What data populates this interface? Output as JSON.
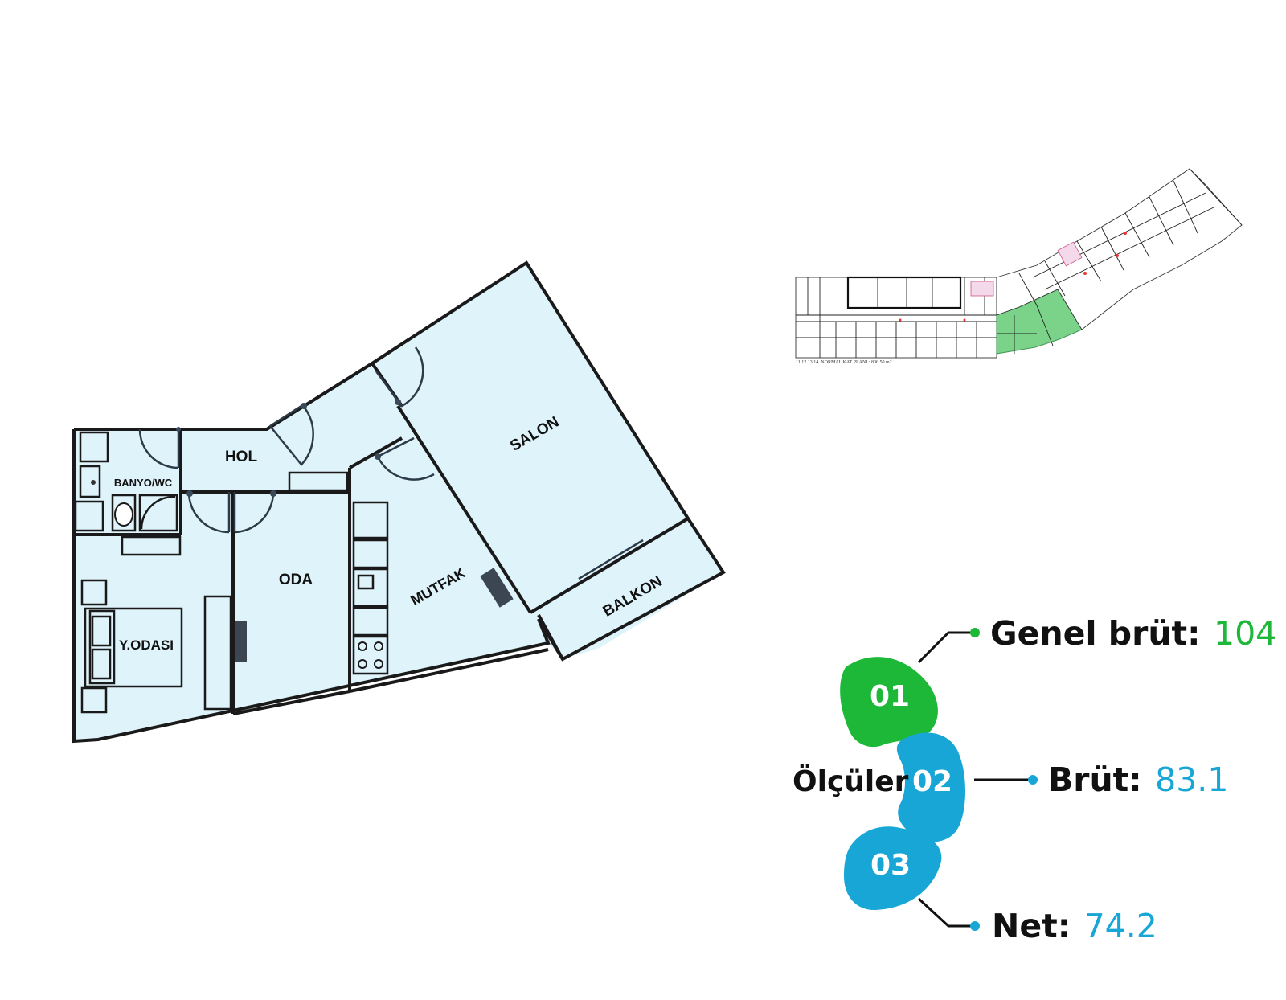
{
  "plan": {
    "rooms": {
      "hol": "HOL",
      "banyo": "BANYO/WC",
      "salon": "SALON",
      "oda": "ODA",
      "mutfak": "MUTFAK",
      "yodasi": "Y.ODASI",
      "balkon": "BALKON"
    },
    "room_fill": "#dff3fb",
    "wall_color": "#1a1a1a"
  },
  "site_plan": {
    "caption": "11.12.13.14. NORMAL KAT PLANI : 806.50 m2",
    "highlight_color": "#6ccf7d"
  },
  "legend": {
    "title": "Ölçüler",
    "items": [
      {
        "num": "01",
        "label": "Genel brüt:",
        "value": "104",
        "color": "#1db838"
      },
      {
        "num": "02",
        "label": "Brüt:",
        "value": "83.1",
        "color": "#18a6d6"
      },
      {
        "num": "03",
        "label": "Net:",
        "value": "74.2",
        "color": "#18a6d6"
      }
    ]
  }
}
